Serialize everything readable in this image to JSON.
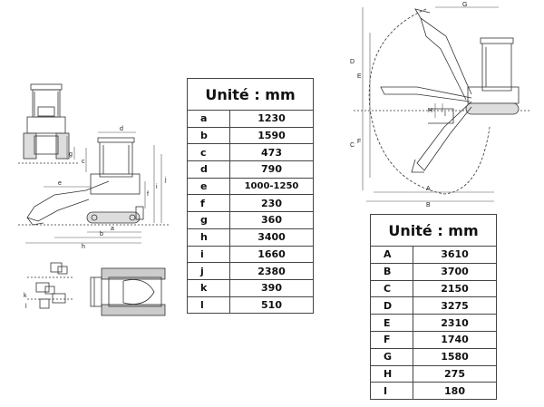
{
  "small_table": {
    "unit_label": "Unité : mm",
    "rows": [
      {
        "key": "a",
        "value": "1230"
      },
      {
        "key": "b",
        "value": "1590"
      },
      {
        "key": "c",
        "value": "473"
      },
      {
        "key": "d",
        "value": "790"
      },
      {
        "key": "e",
        "value": "1000-1250"
      },
      {
        "key": "f",
        "value": "230"
      },
      {
        "key": "g",
        "value": "360"
      },
      {
        "key": "h",
        "value": "3400"
      },
      {
        "key": "i",
        "value": "1660"
      },
      {
        "key": "j",
        "value": "2380"
      },
      {
        "key": "k",
        "value": "390"
      },
      {
        "key": "l",
        "value": "510"
      }
    ]
  },
  "large_table": {
    "unit_label": "Unité : mm",
    "rows": [
      {
        "key": "A",
        "value": "3610"
      },
      {
        "key": "B",
        "value": "3700"
      },
      {
        "key": "C",
        "value": "2150"
      },
      {
        "key": "D",
        "value": "3275"
      },
      {
        "key": "E",
        "value": "2310"
      },
      {
        "key": "F",
        "value": "1740"
      },
      {
        "key": "G",
        "value": "1580"
      },
      {
        "key": "H",
        "value": "275"
      },
      {
        "key": "I",
        "value": "180"
      }
    ]
  },
  "drawing_labels": {
    "left": {
      "d": "d",
      "c": "c",
      "i": "i",
      "f": "f",
      "g": "g",
      "e": "e",
      "a": "a",
      "b": "b",
      "h": "h",
      "j": "j",
      "k": "k",
      "l": "l"
    },
    "right": {
      "A": "A",
      "B": "B",
      "C": "C",
      "D": "D",
      "E": "E",
      "F": "F",
      "G": "G",
      "H": "H",
      "I": "I"
    }
  }
}
